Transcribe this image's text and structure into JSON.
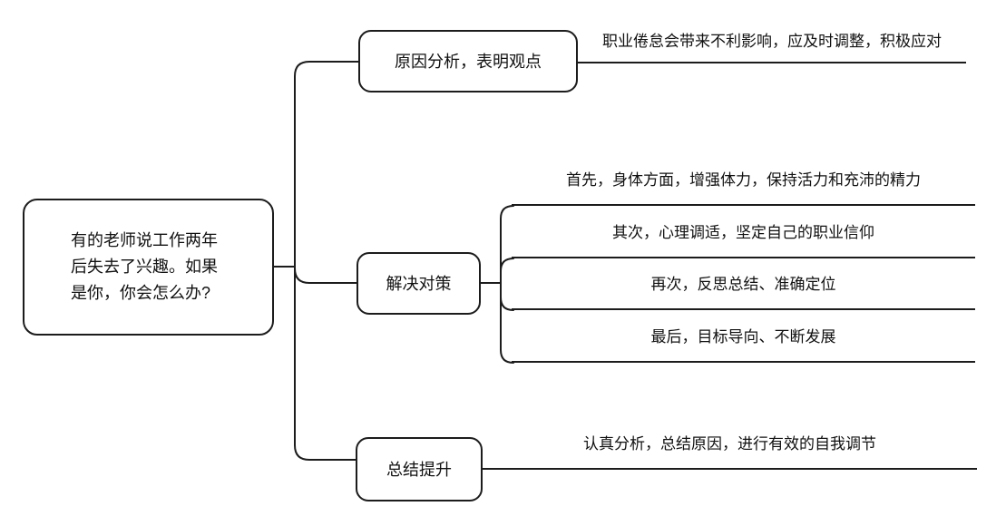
{
  "diagram": {
    "type": "mindmap",
    "root": {
      "text": "有的老师说工作两年后失去了兴趣。如果是你，你会怎么办?"
    },
    "branches": [
      {
        "label": "原因分析，表明观点",
        "leaves": [
          "职业倦怠会带来不利影响，应及时调整，积极应对"
        ]
      },
      {
        "label": "解决对策",
        "leaves": [
          "首先，身体方面，增强体力，保持活力和充沛的精力",
          "其次，心理调适，坚定自己的职业信仰",
          "再次，反思总结、准确定位",
          "最后，目标导向、不断发展"
        ]
      },
      {
        "label": "总结提升",
        "leaves": [
          "认真分析，总结原因，进行有效的自我调节"
        ]
      }
    ],
    "colors": {
      "line": "#1c1c1c",
      "background": "#ffffff",
      "node_fill": "#ffffff",
      "text": "#111111"
    }
  }
}
